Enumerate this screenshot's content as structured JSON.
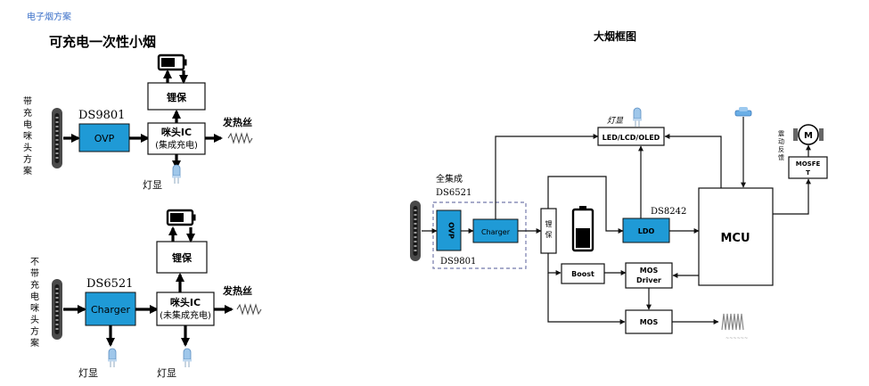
{
  "header_fragment": "电子烟方案",
  "left": {
    "title": "可充电一次性小烟",
    "top": {
      "side_label": [
        "带",
        "充",
        "电",
        "咪",
        "头",
        "方",
        "案"
      ],
      "chip_label": "DS9801",
      "ovp": "OVP",
      "battery": "锂保",
      "mic_line1": "咪头IC",
      "mic_line2": "(集成充电)",
      "heat": "发热丝",
      "led": "灯显"
    },
    "bottom": {
      "side_label": [
        "不",
        "带",
        "充",
        "电",
        "咪",
        "头",
        "方",
        "案"
      ],
      "chip_label": "DS6521",
      "charger": "Charger",
      "battery": "锂保",
      "mic_line1": "咪头IC",
      "mic_line2": "(未集成充电)",
      "heat": "发热丝",
      "led1": "灯显",
      "led2": "灯显"
    }
  },
  "right": {
    "title": "大烟框图",
    "led_caption": "灯显",
    "led_box": "LED/LCD/OLED",
    "integration": "全集成",
    "chip_ds6521": "DS6521",
    "chip_ds9801": "DS9801",
    "ovp": "OVP",
    "charger": "Charger",
    "battery": [
      "锂",
      "保"
    ],
    "ldo_chip": "DS8242",
    "ldo": "LDO",
    "mcu": "MCU",
    "boost": "Boost",
    "mos_driver_1": "MOS",
    "mos_driver_2": "Driver",
    "mos": "MOS",
    "motor": "M",
    "motor_side": [
      "震",
      "动",
      "反",
      "馈"
    ],
    "mosfet_1": "MOSFE",
    "mosfet_2": "T"
  },
  "colors": {
    "chip_blue": "#1f9ad6",
    "led_blue": "#7ab8e8"
  }
}
